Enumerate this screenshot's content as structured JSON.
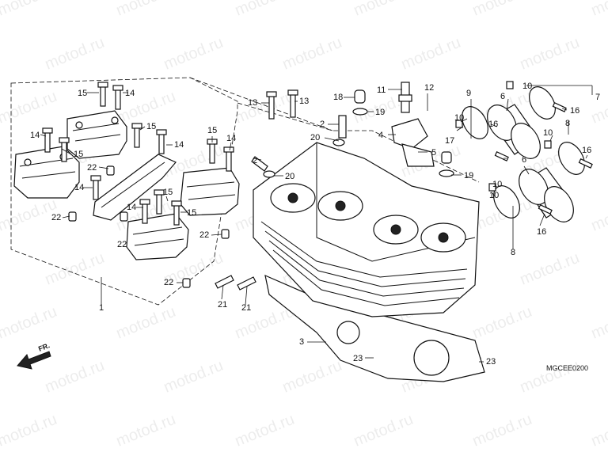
{
  "diagram": {
    "drawing_code": "MGCEE0200",
    "front_indicator": "FR.",
    "watermark": "motod.ru",
    "callouts": [
      "1",
      "2",
      "3",
      "4",
      "5",
      "6",
      "7",
      "8",
      "9",
      "10",
      "11",
      "12",
      "13",
      "14",
      "15",
      "16",
      "17",
      "18",
      "19",
      "20",
      "21",
      "22",
      "23"
    ]
  }
}
